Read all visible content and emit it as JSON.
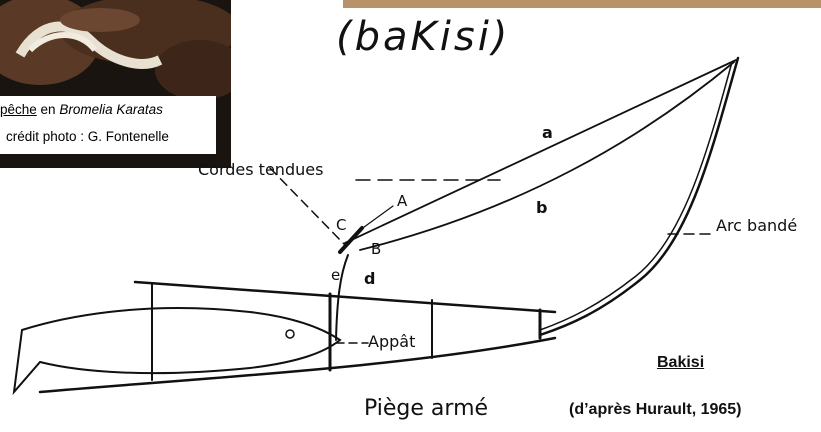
{
  "photo": {
    "caption_underlined": "pêche",
    "caption_middle": " en ",
    "caption_species": "Bromelia Karatas",
    "credit": "crédit photo : G. Fontenelle"
  },
  "handwritten_title": "(baKisi)",
  "labels": {
    "cordes": "Cordes tendues",
    "a_upper": "a",
    "b": "b",
    "A": "A",
    "B": "B",
    "C": "C",
    "e": "e",
    "d": "d",
    "arc": "Arc bandé",
    "appat": "Appât",
    "piege": "Piège armé"
  },
  "side_title": "Bakisi",
  "source": "(d’après Hurault, 1965)"
}
